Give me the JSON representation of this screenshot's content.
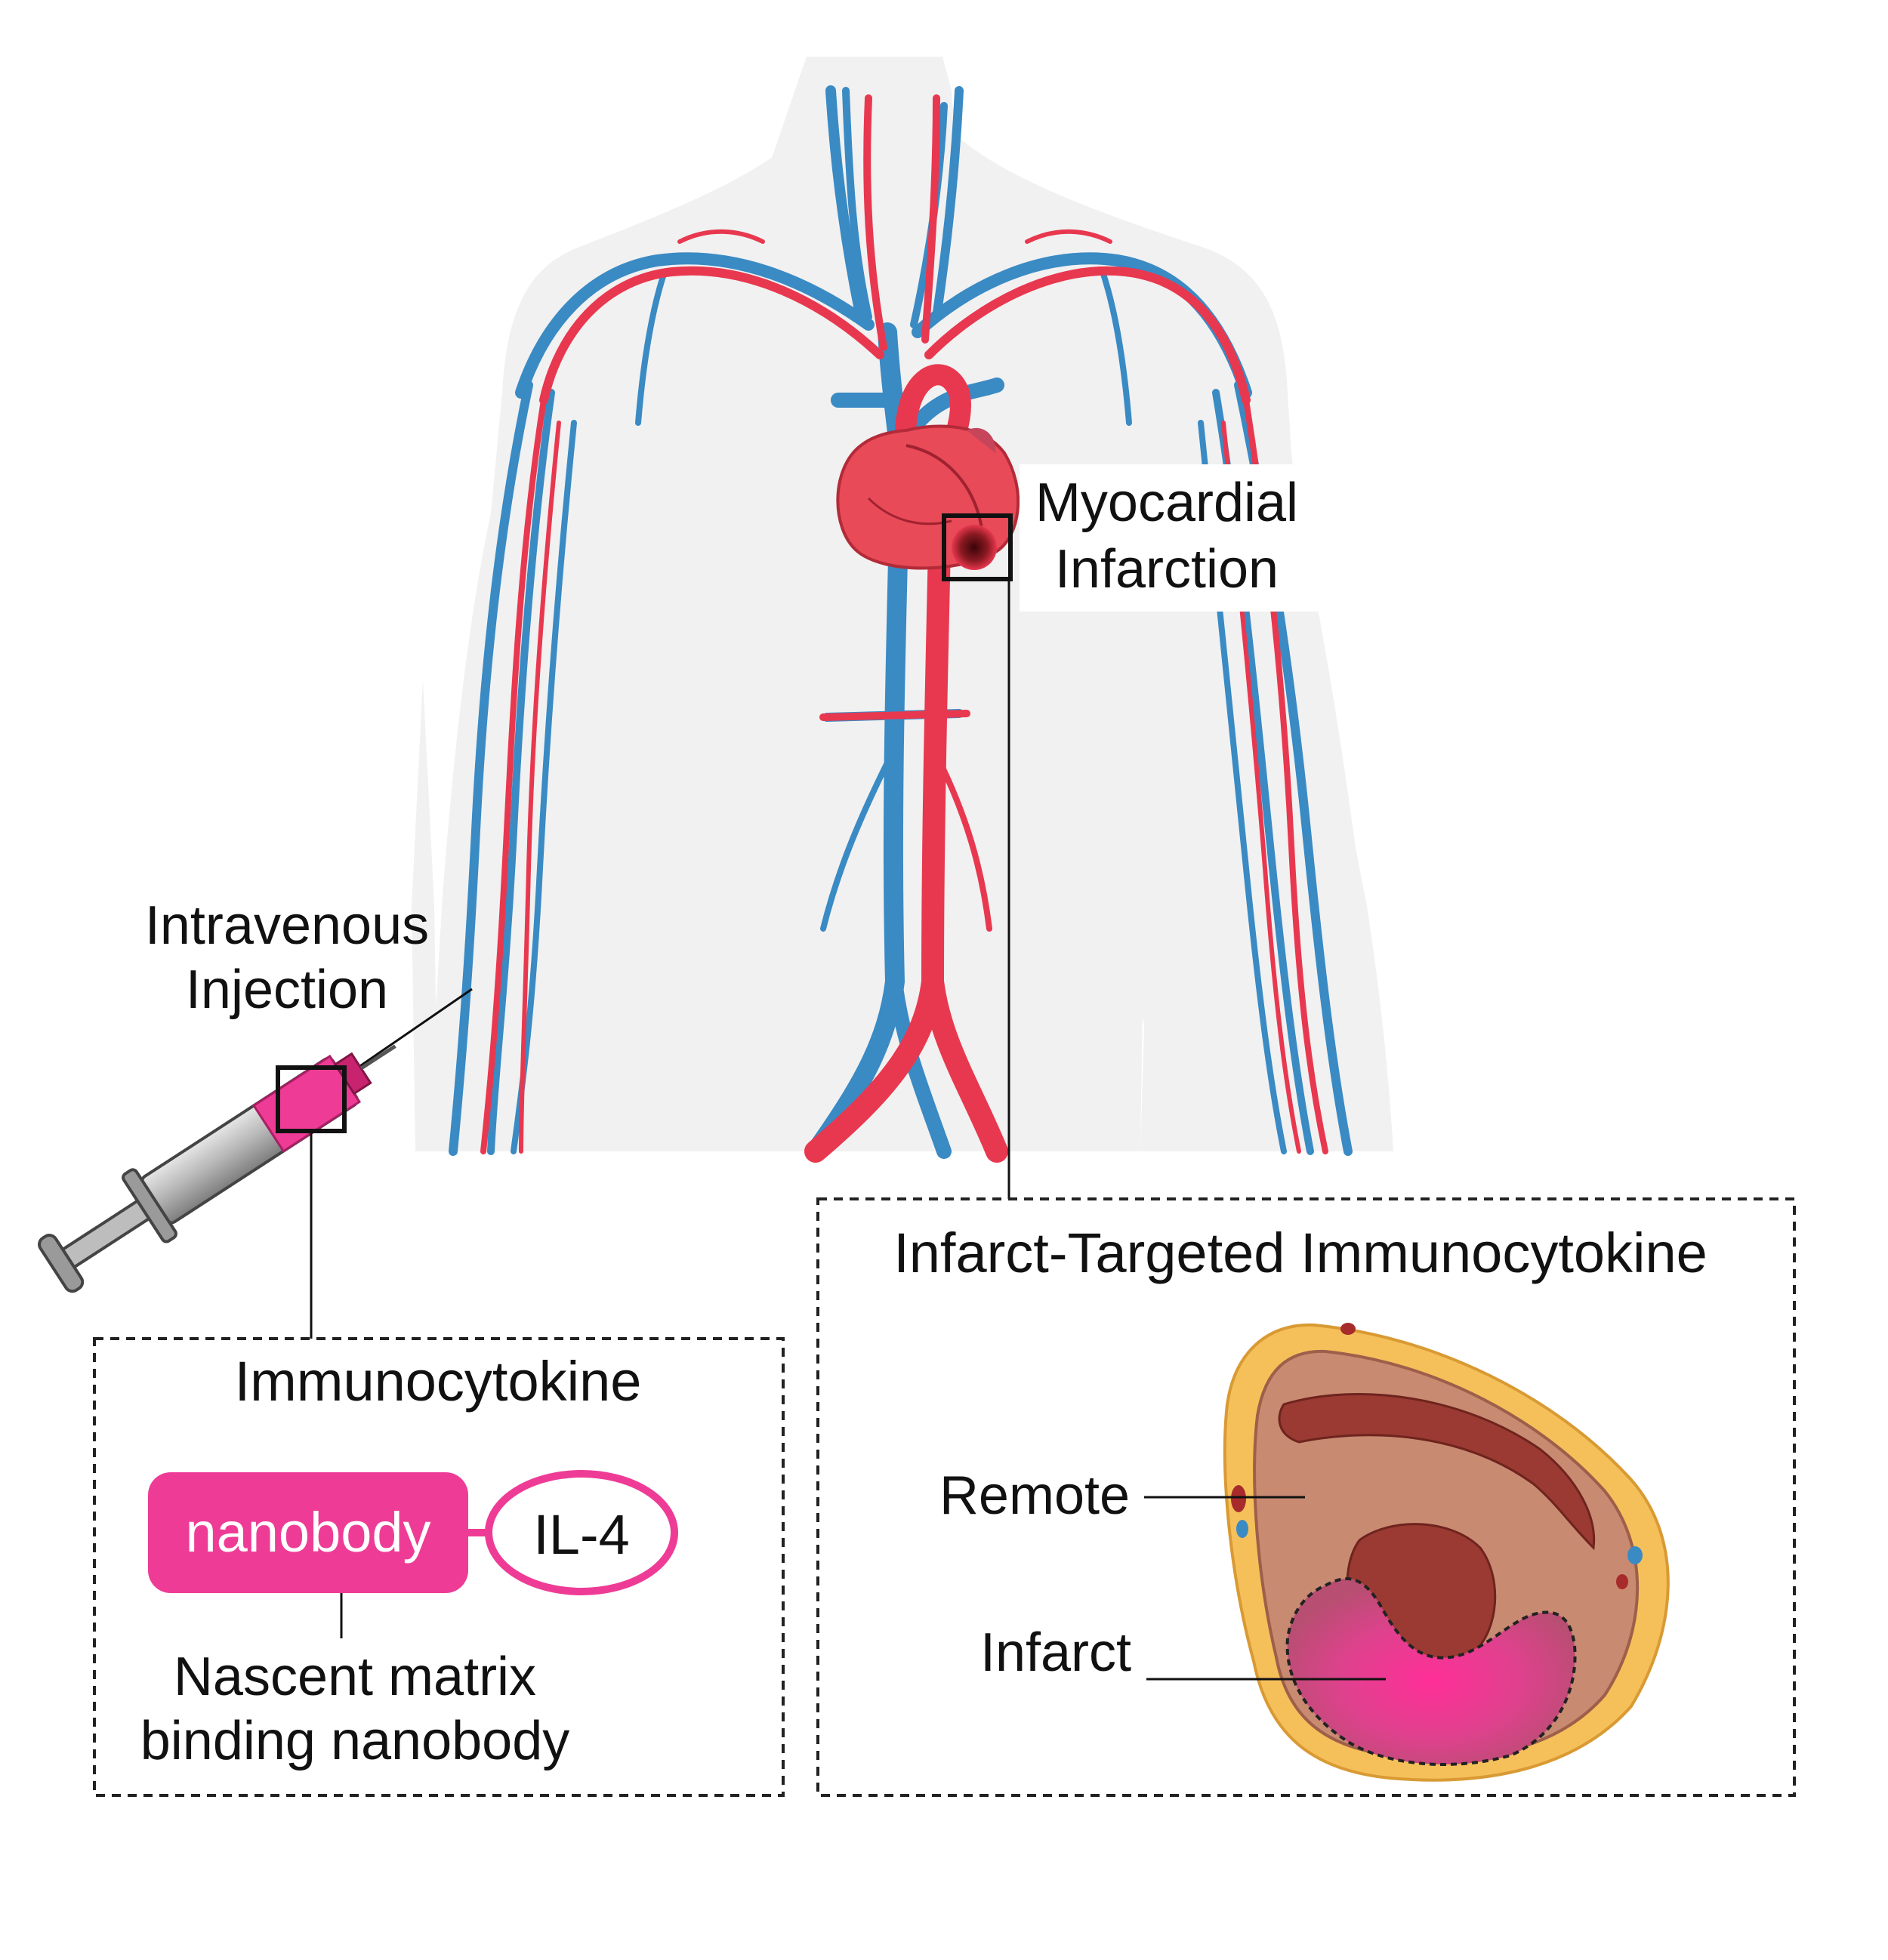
{
  "labels": {
    "myocardial_line1": "Myocardial",
    "myocardial_line2": "Infarction",
    "intravenous_line1": "Intravenous",
    "intravenous_line2": "Injection",
    "immunocytokine_title": "Immunocytokine",
    "nanobody": "nanobody",
    "il4": "IL-4",
    "nascent_line1": "Nascent matrix",
    "nascent_line2": "binding nanobody",
    "infarct_targeted_title": "Infarct-Targeted Immunocytokine",
    "remote": "Remote",
    "infarct": "Infarct"
  },
  "colors": {
    "artery": "#e8384f",
    "vein": "#3a8ac4",
    "body": "#f2f2f2",
    "magenta": "#ee3c96",
    "fat": "#f5c05a",
    "myocardium": "#c98a72",
    "cavity": "#9b3a32"
  }
}
